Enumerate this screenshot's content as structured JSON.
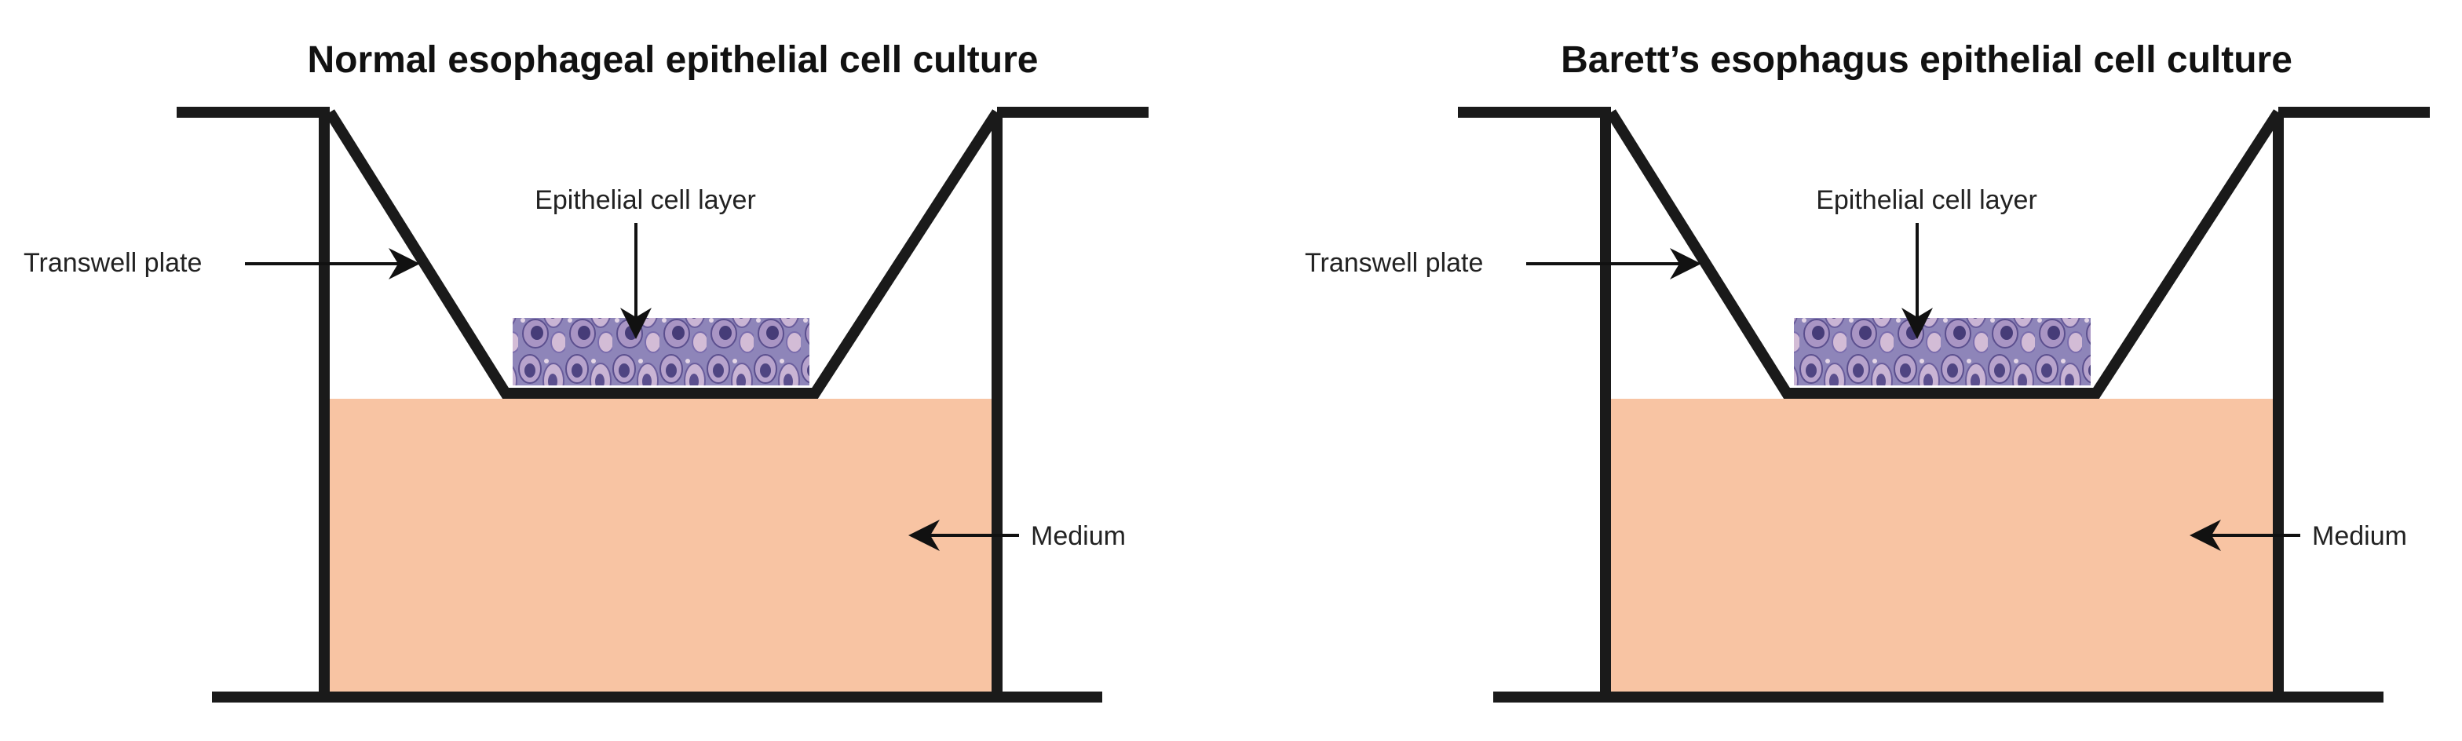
{
  "colors": {
    "outline": "#1a1a1a",
    "medium_fill": "#f8c4a3",
    "cell_base": "#8e85b9",
    "cell_nucleus": "#5b4f8e",
    "cell_light": "#d3bcd6"
  },
  "panels": [
    {
      "title": "Normal esophageal epithelial cell culture",
      "labels": {
        "transwell": "Transwell plate",
        "cells": "Epithelial cell layer",
        "medium": "Medium"
      }
    },
    {
      "title": "Barett’s esophagus epithelial cell culture",
      "labels": {
        "transwell": "Transwell plate",
        "cells": "Epithelial cell layer",
        "medium": "Medium"
      }
    }
  ]
}
